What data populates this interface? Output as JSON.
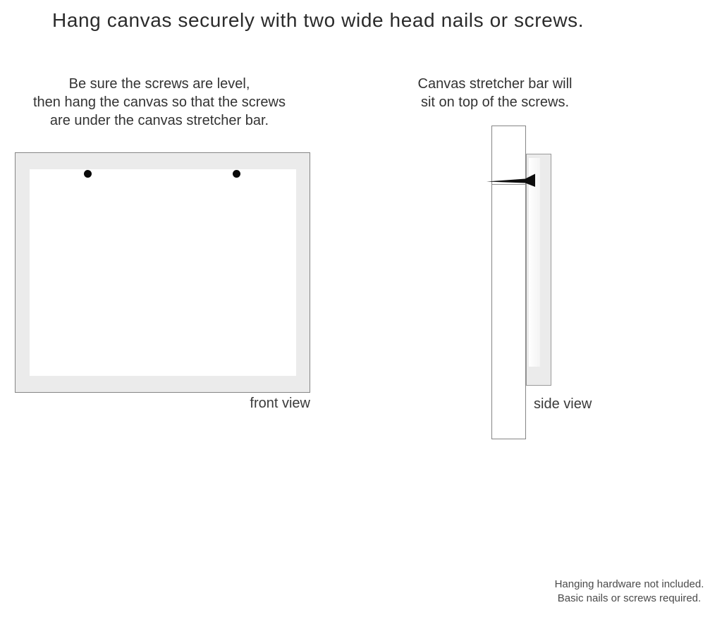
{
  "title": "Hang canvas securely with two wide head nails or screws.",
  "instructions": {
    "front": {
      "line1": "Be sure the screws are level,",
      "line2": "then hang the canvas so that the screws",
      "line3": "are under the canvas stretcher bar."
    },
    "side": {
      "line1": "Canvas stretcher bar will",
      "line2": "sit on top of the screws."
    }
  },
  "diagrams": {
    "front_view_label": "front view",
    "side_view_label": "side view"
  },
  "footer": {
    "line1": "Hanging hardware not included.",
    "line2": "Basic nails or screws required."
  },
  "colors": {
    "canvas_border_fill": "#ebebeb",
    "outline": "#858585",
    "outline_light": "#9a9a9a",
    "nail": "#0d0d0d",
    "text": "#2e2e2e",
    "footer_text": "#4a4a4a"
  }
}
